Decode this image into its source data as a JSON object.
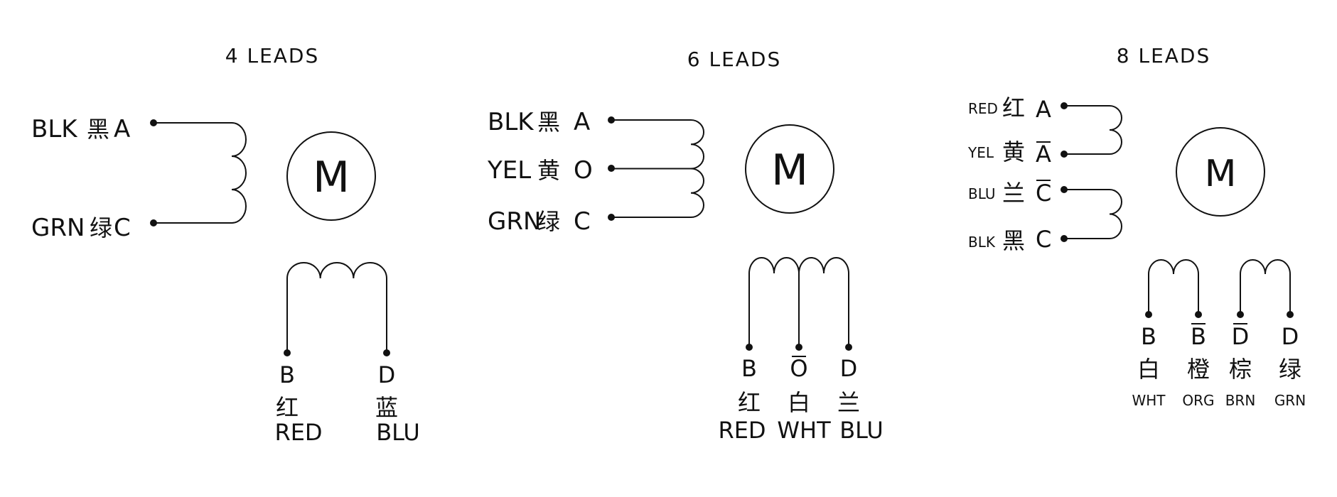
{
  "diagrams": [
    {
      "title": "4 LEADS",
      "motor": "M",
      "left_leads": [
        {
          "color": "BLK",
          "cn": "黑",
          "terminal": "A"
        },
        {
          "color": "GRN",
          "cn": "绿",
          "terminal": "C"
        }
      ],
      "bottom_leads": [
        {
          "terminal": "B",
          "cn": "红",
          "color": "RED"
        },
        {
          "terminal": "D",
          "cn": "蓝",
          "color": "BLU"
        }
      ]
    },
    {
      "title": "6 LEADS",
      "motor": "M",
      "left_leads": [
        {
          "color": "BLK",
          "cn": "黑",
          "terminal": "A"
        },
        {
          "color": "YEL",
          "cn": "黄",
          "terminal": "O"
        },
        {
          "color": "GRN",
          "cn": "绿",
          "terminal": "C"
        }
      ],
      "bottom_leads": [
        {
          "terminal": "B",
          "cn": "红",
          "color": "RED"
        },
        {
          "terminal": "O",
          "cn": "白",
          "color": "WHT"
        },
        {
          "terminal": "D",
          "cn": "兰",
          "color": "BLU"
        }
      ]
    },
    {
      "title": "8 LEADS",
      "motor": "M",
      "left_leads": [
        {
          "color": "RED",
          "cn": "红",
          "terminal": "A"
        },
        {
          "color": "YEL",
          "cn": "黄",
          "terminal": "A"
        },
        {
          "color": "BLU",
          "cn": "兰",
          "terminal": "C"
        },
        {
          "color": "BLK",
          "cn": "黑",
          "terminal": "C"
        }
      ],
      "bottom_leads": [
        {
          "terminal": "B",
          "cn": "白",
          "color": "WHT"
        },
        {
          "terminal": "B",
          "cn": "橙",
          "color": "ORG"
        },
        {
          "terminal": "D",
          "cn": "棕",
          "color": "BRN"
        },
        {
          "terminal": "D",
          "cn": "绿",
          "color": "GRN"
        }
      ]
    }
  ]
}
